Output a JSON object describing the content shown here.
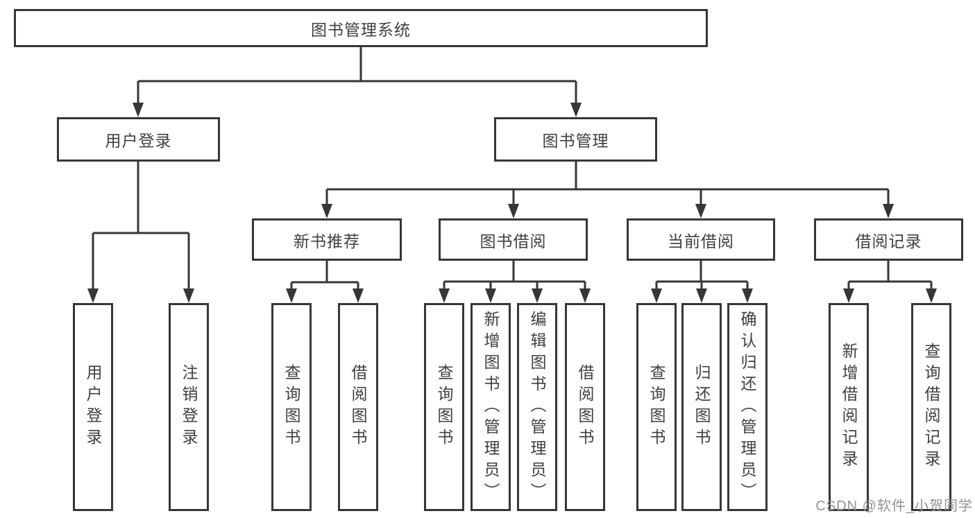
{
  "tree": {
    "label": "图书管理系统",
    "children": [
      {
        "label": "用户登录",
        "children": [
          {
            "label": "用户登录"
          },
          {
            "label": "注销登录"
          }
        ]
      },
      {
        "label": "图书管理",
        "children": [
          {
            "label": "新书推荐",
            "children": [
              {
                "label": "查询图书"
              },
              {
                "label": "借阅图书"
              }
            ]
          },
          {
            "label": "图书借阅",
            "children": [
              {
                "label": "查询图书"
              },
              {
                "label": "新增图书（管理员）"
              },
              {
                "label": "编辑图书（管理员）"
              },
              {
                "label": "借阅图书"
              }
            ]
          },
          {
            "label": "当前借阅",
            "children": [
              {
                "label": "查询图书"
              },
              {
                "label": "归还图书"
              },
              {
                "label": "确认归还（管理员）"
              }
            ]
          },
          {
            "label": "借阅记录",
            "children": [
              {
                "label": "新增借阅记录"
              },
              {
                "label": "查询借阅记录"
              }
            ]
          }
        ]
      }
    ]
  },
  "watermark": "CSDN @软件_小贺同学",
  "colors": {
    "line": "#363636",
    "text": "#3f3f3f",
    "watermark": "#979090"
  }
}
